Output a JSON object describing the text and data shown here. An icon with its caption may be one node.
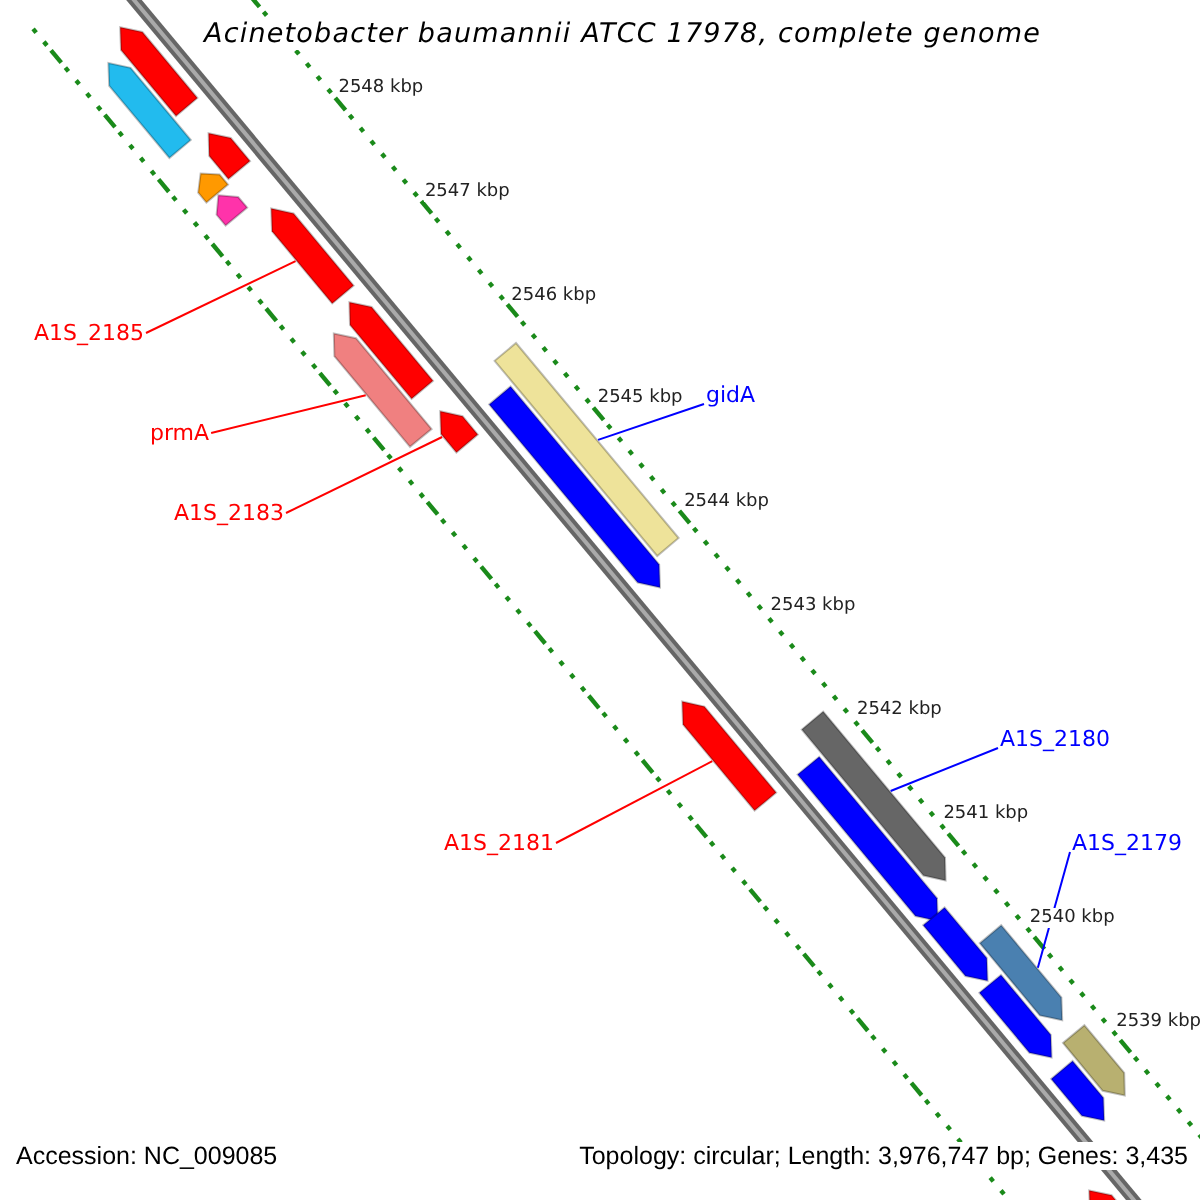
{
  "diagram": {
    "title": "Acinetobacter baumannii ATCC 17978, complete genome",
    "nodes": [
      {
        "text": [
          "A1S_2185"
        ]
      },
      {
        "text": [
          "prmA"
        ]
      },
      {
        "text": [
          "A1S_2183"
        ]
      },
      {
        "text": [
          "gidA"
        ]
      },
      {
        "text": [
          "A1S_2181"
        ]
      },
      {
        "text": [
          "A1S_2180"
        ]
      },
      {
        "text": [
          "A1S_2179"
        ]
      },
      {
        "text": [],
        "shape": "arrow"
      },
      {
        "text": [],
        "shape": "arrow"
      },
      {
        "text": [],
        "shape": "arrow"
      },
      {
        "text": [],
        "shape": "arrow"
      },
      {
        "text": [],
        "shape": "arrow"
      },
      {
        "text": [],
        "shape": "arrow"
      },
      {
        "text": [],
        "shape": "arrow"
      },
      {
        "text": [],
        "shape": "arrow"
      },
      {
        "text": [],
        "shape": "arrow"
      },
      {
        "text": [],
        "shape": "box"
      },
      {
        "text": [],
        "shape": "arrow"
      },
      {
        "text": [],
        "shape": "arrow"
      },
      {
        "text": [],
        "shape": "arrow"
      },
      {
        "text": [],
        "shape": "arrow"
      },
      {
        "text": [],
        "shape": "arrow"
      },
      {
        "text": [],
        "shape": "arrow"
      },
      {
        "text": [],
        "shape": "arrow"
      },
      {
        "text": [],
        "shape": "arrow"
      },
      {
        "text": [],
        "shape": "arrow"
      },
      {
        "text": [],
        "shape": "arrow"
      }
    ],
    "edges": [
      {
        "from": 0,
        "to": 12,
        "arrow": "none"
      },
      {
        "from": 1,
        "to": 14,
        "arrow": "none"
      },
      {
        "from": 2,
        "to": 15,
        "arrow": "none"
      },
      {
        "from": 3,
        "to": 16,
        "arrow": "none",
        "color": "#0000ff"
      },
      {
        "from": 4,
        "to": 18,
        "arrow": "none"
      },
      {
        "from": 5,
        "to": 19,
        "arrow": "none",
        "color": "#0000ff"
      },
      {
        "from": 6,
        "to": 22,
        "arrow": "none",
        "color": "#0000ff"
      }
    ],
    "labels": [
      "2548 kbp",
      "2547 kbp",
      "2546 kbp",
      "2545 kbp",
      "2544 kbp",
      "2543 kbp",
      "2542 kbp",
      "2541 kbp",
      "2540 kbp",
      "2539 kbp",
      "Accession: NC_009085",
      "Topology: circular; Length: 3,976,747 bp; Genes: 3,435"
    ]
  }
}
